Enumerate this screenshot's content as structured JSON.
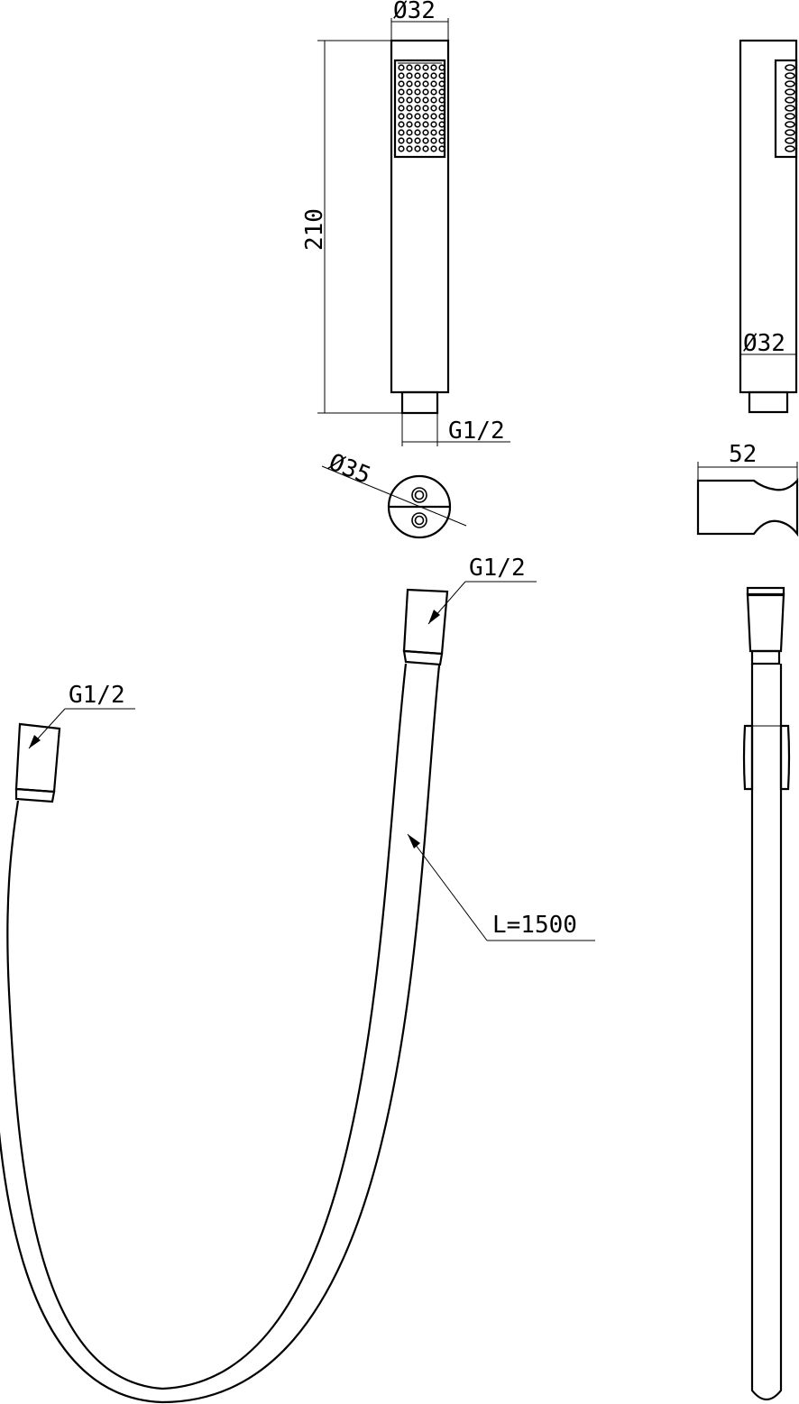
{
  "dimensions": {
    "head_diameter_front": "Ø32",
    "head_length": "210",
    "head_thread": "G1/2",
    "head_diameter_side": "Ø32",
    "holder_diameter": "Ø35",
    "holder_width": "52",
    "hose_thread_top": "G1/2",
    "hose_thread_left": "G1/2",
    "hose_length": "L=1500"
  }
}
